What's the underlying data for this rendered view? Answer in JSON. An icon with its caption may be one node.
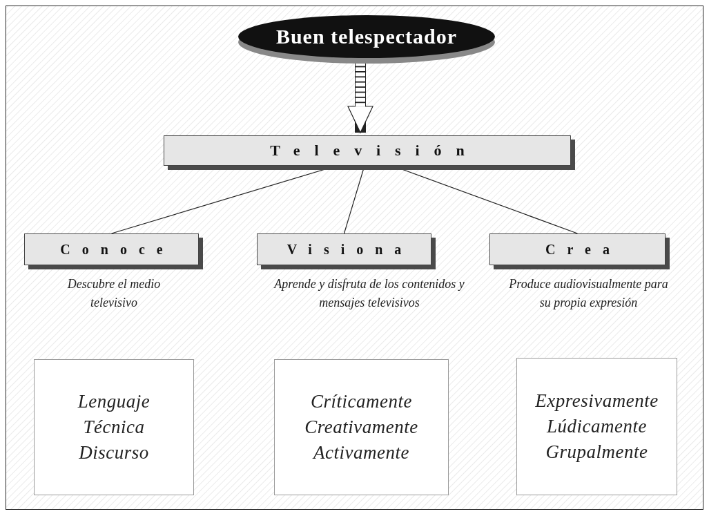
{
  "diagram": {
    "nodes": [
      {
        "text": [
          "Buen telespectador"
        ]
      },
      {
        "text": [
          "Televisión"
        ]
      },
      {
        "text": [
          "Conoce"
        ],
        "beside": [
          "Descubre el medio televisivo"
        ]
      },
      {
        "text": [
          "Visiona"
        ],
        "beside": [
          "Aprende y disfruta de los contenidos y mensajes televisivos"
        ]
      },
      {
        "text": [
          "Crea"
        ],
        "beside": [
          "Produce audiovisualmente para su propia expresión"
        ]
      },
      {
        "text": [
          "Lenguaje",
          "Técnica",
          "Discurso"
        ]
      },
      {
        "text": [
          "Críticamente",
          "Creativamente",
          "Activamente"
        ]
      },
      {
        "text": [
          "Expresivamente",
          "Lúdicamente",
          "Grupalmente"
        ]
      }
    ],
    "edges": [
      {
        "from": 0,
        "to": 1,
        "arrow": "to",
        "style": "thick"
      },
      {
        "from": 1,
        "to": 2,
        "arrow": "none"
      },
      {
        "from": 1,
        "to": 3,
        "arrow": "none"
      },
      {
        "from": 1,
        "to": 4,
        "arrow": "none"
      }
    ]
  }
}
